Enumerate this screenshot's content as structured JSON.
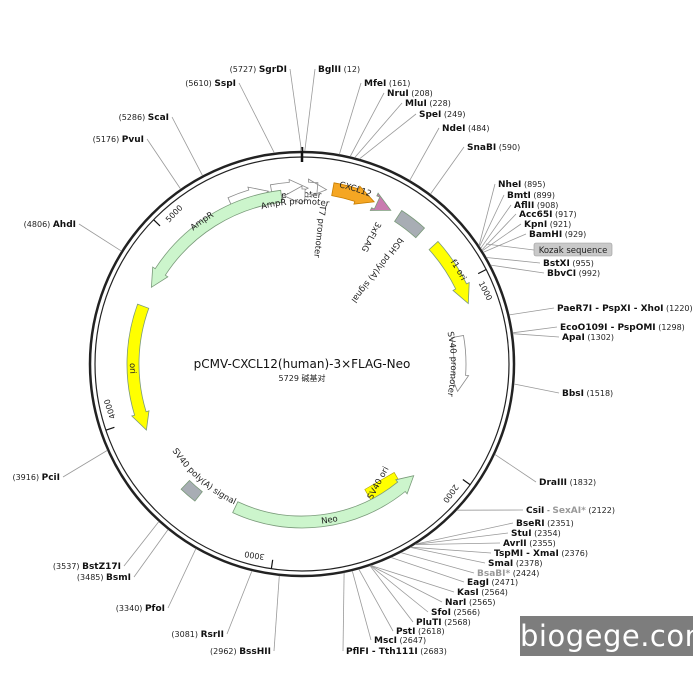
{
  "plasmid": {
    "name": "pCMV-CXCL12(human)-3×FLAG-Neo",
    "size_text": "5729 碱基对",
    "length_bp": 5729
  },
  "ticks": [
    "1000",
    "2000",
    "3000",
    "4000",
    "5000"
  ],
  "sites": [
    {
      "pos_text": "(12)",
      "name": "BglII",
      "bp": 12
    },
    {
      "pos_text": "(161)",
      "name": "MfeI",
      "bp": 161
    },
    {
      "pos_text": "(208)",
      "name": "NruI",
      "bp": 208
    },
    {
      "pos_text": "(228)",
      "name": "MluI",
      "bp": 228
    },
    {
      "pos_text": "(249)",
      "name": "SpeI",
      "bp": 249
    },
    {
      "pos_text": "(484)",
      "name": "NdeI",
      "bp": 484
    },
    {
      "pos_text": "(590)",
      "name": "SnaBI",
      "bp": 590
    },
    {
      "pos_text": "(895)",
      "name": "NheI",
      "bp": 895
    },
    {
      "pos_text": "(899)",
      "name": "BmtI",
      "bp": 899
    },
    {
      "pos_text": "(908)",
      "name": "AflII",
      "bp": 908
    },
    {
      "pos_text": "(917)",
      "name": "Acc65I",
      "bp": 917
    },
    {
      "pos_text": "(921)",
      "name": "KpnI",
      "bp": 921
    },
    {
      "pos_text": "(929)",
      "name": "BamHI",
      "bp": 929
    },
    {
      "pos_text": "(955)",
      "name": "BstXI",
      "bp": 955
    },
    {
      "pos_text": "(992)",
      "name": "BbvCI",
      "bp": 992
    },
    {
      "pos_text": "(1220)",
      "name": "PaeR7I - PspXI - XhoI",
      "bp": 1220
    },
    {
      "pos_text": "(1298)",
      "name": "EcoO109I - PspOMI",
      "bp": 1298
    },
    {
      "pos_text": "(1302)",
      "name": "ApaI",
      "bp": 1302
    },
    {
      "pos_text": "(1518)",
      "name": "BbsI",
      "bp": 1518
    },
    {
      "pos_text": "(1832)",
      "name": "DraIII",
      "bp": 1832
    },
    {
      "pos_text": "(2122)",
      "name": "CsiI",
      "name2": "SexAI*",
      "bp": 2122
    },
    {
      "pos_text": "(2351)",
      "name": "BseRI",
      "bp": 2351
    },
    {
      "pos_text": "(2354)",
      "name": "StuI",
      "bp": 2354
    },
    {
      "pos_text": "(2355)",
      "name": "AvrII",
      "bp": 2355
    },
    {
      "pos_text": "(2376)",
      "name": "TspMI - XmaI",
      "bp": 2376
    },
    {
      "pos_text": "(2378)",
      "name": "SmaI",
      "bp": 2378
    },
    {
      "pos_text": "(2424)",
      "name": "BsaBI*",
      "grey": true,
      "bp": 2424
    },
    {
      "pos_text": "(2471)",
      "name": "EagI",
      "bp": 2471
    },
    {
      "pos_text": "(2564)",
      "name": "KasI",
      "bp": 2564
    },
    {
      "pos_text": "(2565)",
      "name": "NarI",
      "bp": 2565
    },
    {
      "pos_text": "(2566)",
      "name": "SfoI",
      "bp": 2566
    },
    {
      "pos_text": "(2568)",
      "name": "PluTI",
      "bp": 2568
    },
    {
      "pos_text": "(2618)",
      "name": "PstI",
      "bp": 2618
    },
    {
      "pos_text": "(2647)",
      "name": "MscI",
      "bp": 2647
    },
    {
      "pos_text": "(2683)",
      "name": "PflFI - Tth111I",
      "bp": 2683
    },
    {
      "pos_text": "(2962)",
      "name": "BssHII",
      "bp": 2962
    },
    {
      "pos_text": "(3081)",
      "name": "RsrII",
      "bp": 3081
    },
    {
      "pos_text": "(3340)",
      "name": "PfoI",
      "bp": 3340
    },
    {
      "pos_text": "(3485)",
      "name": "BsmI",
      "bp": 3485
    },
    {
      "pos_text": "(3537)",
      "name": "BstZ17I",
      "bp": 3537
    },
    {
      "pos_text": "(3916)",
      "name": "PciI",
      "bp": 3916
    },
    {
      "pos_text": "(4806)",
      "name": "AhdI",
      "bp": 4806
    },
    {
      "pos_text": "(5176)",
      "name": "PvuI",
      "bp": 5176
    },
    {
      "pos_text": "(5286)",
      "name": "ScaI",
      "bp": 5286
    },
    {
      "pos_text": "(5610)",
      "name": "SspI",
      "bp": 5610
    },
    {
      "pos_text": "(5727)",
      "name": "SgrDI",
      "bp": 5727
    }
  ],
  "features": [
    {
      "name": "CMV enhancer",
      "color": "#ffffff"
    },
    {
      "name": "CMV promoter",
      "color": "#ffffff"
    },
    {
      "name": "T7 promoter",
      "color": "#ffffff"
    },
    {
      "name": "CXCL12",
      "color": "#f5a623"
    },
    {
      "name": "3xFLAG",
      "color": "#c97bb0"
    },
    {
      "name": "bGH poly(A) signal",
      "color": "#a8adb4"
    },
    {
      "name": "f1 ori",
      "color": "#ffff00"
    },
    {
      "name": "SV40 promoter",
      "color": "#ffffff"
    },
    {
      "name": "SV40 ori",
      "color": "#ffff00"
    },
    {
      "name": "Neo",
      "color": "#ccf5cc"
    },
    {
      "name": "SV40 poly(A) signal",
      "color": "#a8adb4"
    },
    {
      "name": "ori",
      "color": "#ffff00"
    },
    {
      "name": "AmpR",
      "color": "#ccf5cc"
    },
    {
      "name": "AmpR promoter",
      "color": "#ffffff"
    }
  ],
  "kozak_label": "Kozak sequence",
  "watermark": "biogege.com"
}
